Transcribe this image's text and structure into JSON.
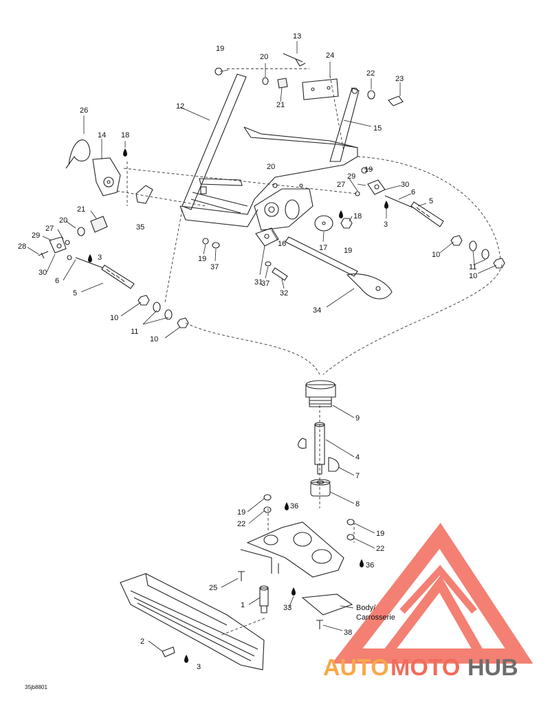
{
  "callouts": {
    "n1": "1",
    "n2": "2",
    "n3a": "3",
    "n3b": "3",
    "n3c": "3",
    "n4": "4",
    "n5a": "5",
    "n5b": "5",
    "n6a": "6",
    "n6b": "6",
    "n7": "7",
    "n8": "8",
    "n9": "9",
    "n10a": "10",
    "n10b": "10",
    "n10c": "10",
    "n10d": "10",
    "n11a": "11",
    "n11b": "11",
    "n12": "12",
    "n13": "13",
    "n14": "14",
    "n15": "15",
    "n16": "16",
    "n17": "17",
    "n18a": "18",
    "n18b": "18",
    "n19a": "19",
    "n19b": "19",
    "n19c": "19",
    "n19d": "19",
    "n19e": "19",
    "n19f": "19",
    "n20a": "20",
    "n20b": "20",
    "n20c": "20",
    "n21a": "21",
    "n21b": "21",
    "n22a": "22",
    "n22b": "22",
    "n22c": "22",
    "n23": "23",
    "n24": "24",
    "n25": "25",
    "n26": "26",
    "n27a": "27",
    "n27b": "27",
    "n28": "28",
    "n29a": "29",
    "n29b": "29",
    "n30a": "30",
    "n30b": "30",
    "n31": "31",
    "n32": "32",
    "n33": "33",
    "n34": "34",
    "n35": "35",
    "n36a": "36",
    "n36b": "36",
    "n37a": "37",
    "n37b": "37",
    "n38": "38"
  },
  "body_label": {
    "line1": "Body/",
    "line2": "Carrosserie"
  },
  "drawing_code": "35jb8801",
  "logo": {
    "word1": "AUTO",
    "word2": "MOTO",
    "word3": "HUB",
    "color_primary": "#f26b5b",
    "color_secondary": "#f6a94a",
    "color_dark": "#6d6d6d"
  }
}
